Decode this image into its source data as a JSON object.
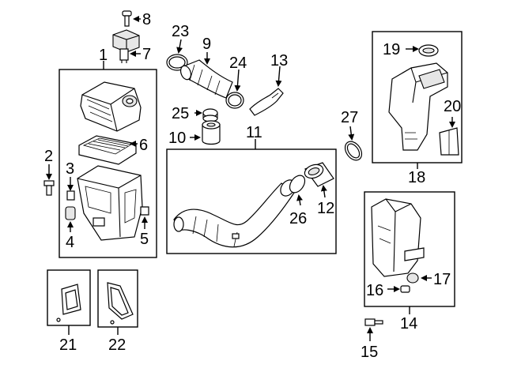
{
  "labels": {
    "c1": "1",
    "c2": "2",
    "c3": "3",
    "c4": "4",
    "c5": "5",
    "c6": "6",
    "c7": "7",
    "c8": "8",
    "c9": "9",
    "c10": "10",
    "c11": "11",
    "c12": "12",
    "c13": "13",
    "c14": "14",
    "c15": "15",
    "c16": "16",
    "c17": "17",
    "c18": "18",
    "c19": "19",
    "c20": "20",
    "c21": "21",
    "c22": "22",
    "c23": "23",
    "c24": "24",
    "c25": "25",
    "c26": "26",
    "c27": "27"
  }
}
